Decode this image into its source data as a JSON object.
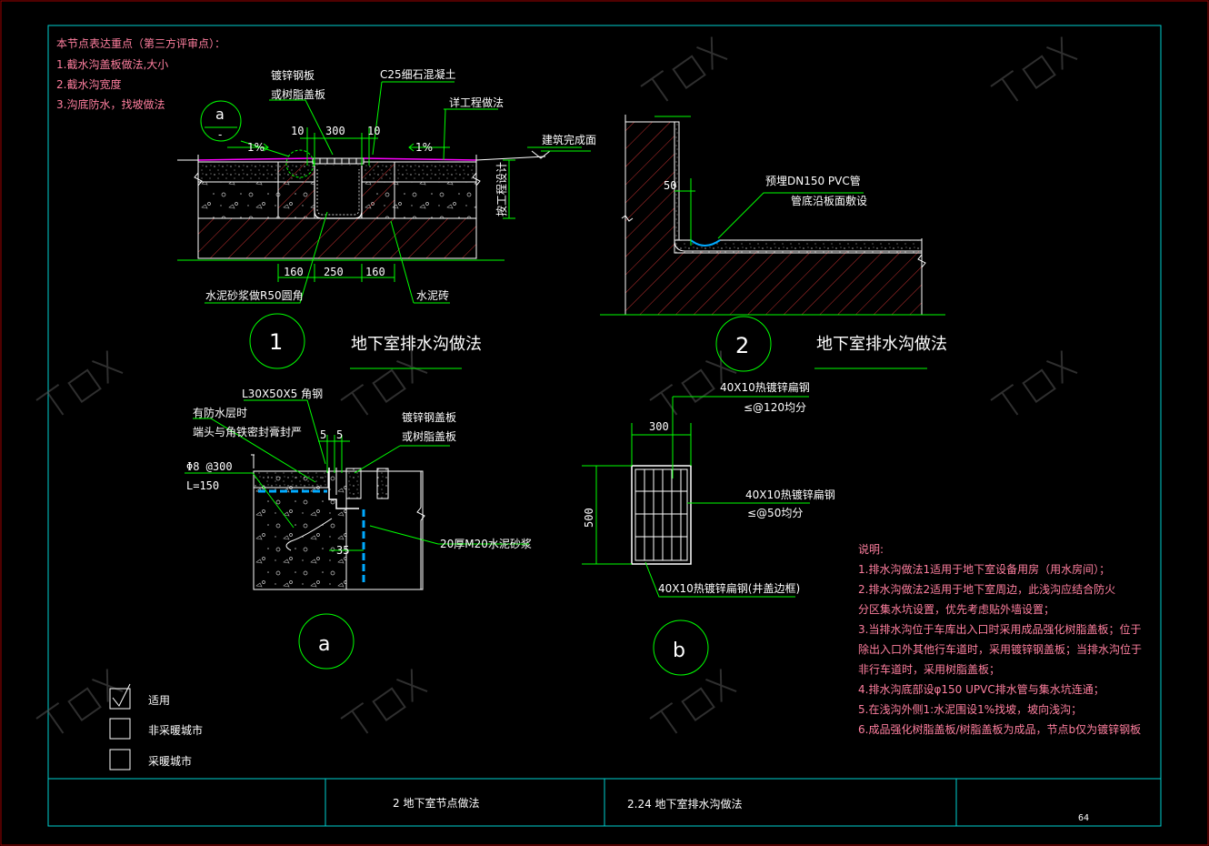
{
  "colors": {
    "background": "#000000",
    "frame": "#00d0d0",
    "pink_text": "#ff7f9f",
    "green": "#00ff00",
    "cyan": "#00d0d0",
    "yellow": "#ffff00",
    "red": "#ff3030",
    "hatch": "#ff3030",
    "white": "#ffffff"
  },
  "key_points": {
    "title": "本节点表达重点（第三方评审点）：",
    "items": [
      "1.截水沟盖板做法,大小",
      "2.截水沟宽度",
      "3.沟底防水，找坡做法"
    ]
  },
  "detail1": {
    "callouts": {
      "cover": "镀锌钢板",
      "cover2": "或树脂盖板",
      "concrete": "C25细石混凝土",
      "engineering": "详工程做法",
      "finish_floor": "建筑完成面",
      "depth": "按工程设计",
      "mortar": "水泥砂浆做R50圆角",
      "brick": "水泥砖"
    },
    "slope_left": "1%",
    "slope_right": "1%",
    "dim_top": [
      "10",
      "300",
      "10"
    ],
    "dim_bottom": [
      "160",
      "250",
      "160"
    ],
    "ref_letter": "a",
    "ref_dash": "-",
    "number": "1",
    "caption": "地下室排水沟做法"
  },
  "detail2": {
    "pipe": "预埋DN150 PVC管",
    "pipe2": "管底沿板面敷设",
    "dim": "50",
    "number": "2",
    "caption": "地下室排水沟做法"
  },
  "detail_a": {
    "angle": "L30X50X5 角钢",
    "waterproof": "有防水层时",
    "seal": "端头与角铁密封膏封严",
    "cover": "镀锌钢盖板",
    "cover2": "或树脂盖板",
    "rebar": "Φ8 @300",
    "rebar2": "L=150",
    "dim_5a": "5",
    "dim_5b": "5",
    "dim_35": "35",
    "mortar": "20厚M20水泥砂浆",
    "letter": "a"
  },
  "detail_b": {
    "flat1": "40X10热镀锌扁钢",
    "flat1b": "≤@120均分",
    "flat2": "40X10热镀锌扁钢",
    "flat2b": "≤@50均分",
    "frame": "40X10热镀锌扁钢(井盖边框)",
    "dim_w": "300",
    "dim_h": "500",
    "letter": "b"
  },
  "notes": {
    "title": "说明:",
    "items": [
      "1.排水沟做法1适用于地下室设备用房（用水房间）；",
      "2.排水沟做法2适用于地下室周边，此浅沟应结合防火",
      "分区集水坑设置，优先考虑贴外墙设置；",
      "3.当排水沟位于车库出入口时采用成品强化树脂盖板；位于",
      "除出入口外其他行车道时，采用镀锌钢盖板；当排水沟位于",
      "非行车道时，采用树脂盖板；",
      "4.排水沟底部设φ150 UPVC排水管与集水坑连通；",
      "5.在浅沟外侧1:水泥围设1%找坡，坡向浅沟；",
      "6.成品强化树脂盖板/树脂盖板为成品，节点b仅为镀锌钢板"
    ]
  },
  "legend": [
    {
      "label": "适用",
      "checked": true
    },
    {
      "label": "非采暖城市",
      "checked": false
    },
    {
      "label": "采暖城市",
      "checked": false
    }
  ],
  "title_block": {
    "section": "2  地下室节点做法",
    "item": "2.24  地下室排水沟做法",
    "page": "64"
  }
}
